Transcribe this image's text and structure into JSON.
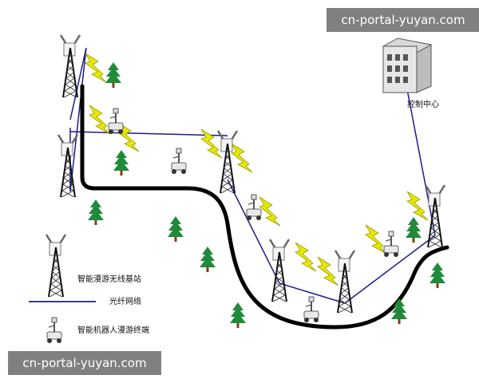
{
  "watermark": {
    "top": "cn-portal-yuyan.com",
    "bottom": "cn-portal-yuyan.com"
  },
  "control_center": {
    "label": "控制中心"
  },
  "legend": {
    "base_station": "智能漫游无线基站",
    "fiber": "光纤网络",
    "robot": "智能机器人漫游终端"
  },
  "colors": {
    "road": "#000000",
    "fiber": "#1c1c8c",
    "lightning": "#e8e800",
    "tree": "#1f8a3a",
    "trunk": "#8b3a1a"
  },
  "icons": [
    "antenna-tower-icon",
    "robot-terminal-icon",
    "lightning-icon",
    "tree-icon",
    "building-icon"
  ]
}
